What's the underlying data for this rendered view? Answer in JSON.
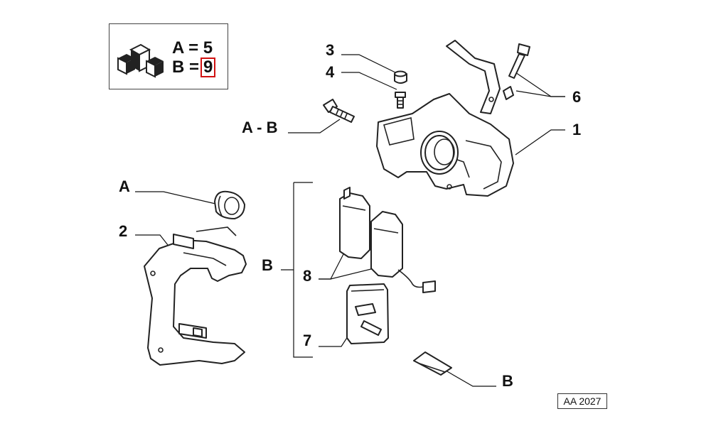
{
  "legend": {
    "line_a_prefix": "A = ",
    "line_a_value": "5",
    "line_b_prefix": "B =",
    "line_b_value": "9",
    "icon": "parts-boxes-icon",
    "highlight_color": "#d01010"
  },
  "labels": {
    "p1": "1",
    "p2": "2",
    "p3": "3",
    "p4": "4",
    "p6": "6",
    "p7": "7",
    "p8": "8",
    "ab": "A - B",
    "a": "A",
    "b_group": "B",
    "b_clip": "B"
  },
  "reference_code": "AA 2027"
}
